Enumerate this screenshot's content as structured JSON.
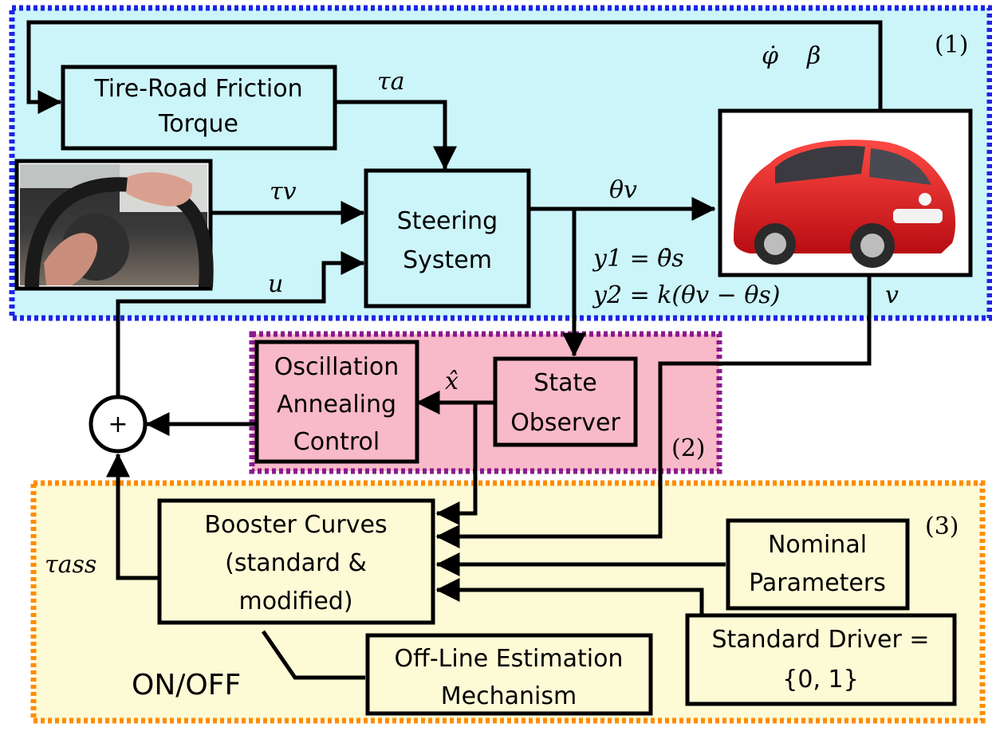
{
  "colors": {
    "region1_fill": "#ccf5fa",
    "region1_border": "#1d24e6",
    "region2_fill": "#f8b9c9",
    "region2_border": "#8a1a8c",
    "region3_fill": "#fdfad6",
    "region3_border": "#ff8d00",
    "car_body": "#e4161d"
  },
  "regions": {
    "r1": "(1)",
    "r2": "(2)",
    "r3": "(3)"
  },
  "blocks": {
    "friction": [
      "Tire-Road Friction",
      "Torque"
    ],
    "steering": [
      "Steering",
      "System"
    ],
    "oscillation": [
      "Oscillation",
      "Annealing",
      "Control"
    ],
    "observer": [
      "State",
      "Observer"
    ],
    "booster": [
      "Booster Curves",
      "(standard &",
      "modified)"
    ],
    "nominal": [
      "Nominal",
      "Parameters"
    ],
    "offline": [
      "Off-Line Estimation",
      "Mechanism"
    ],
    "std_driver": [
      "Standard Driver =",
      "{0, 1}"
    ]
  },
  "signals": {
    "phi_dot": "φ̇",
    "beta": "β",
    "tau_a": "τa",
    "tau_v": "τv",
    "u": "u",
    "theta_v": "θv",
    "y1": "y1 = θ̇s",
    "y2": "y2 = k(θv − θs)",
    "v": "v",
    "x_hat": "x̂",
    "tau_ass": "τass",
    "sum": "+",
    "on_off": "ON/OFF"
  },
  "images": {
    "driver": "hands-on-steering-wheel photo",
    "car": "red-car photo"
  }
}
